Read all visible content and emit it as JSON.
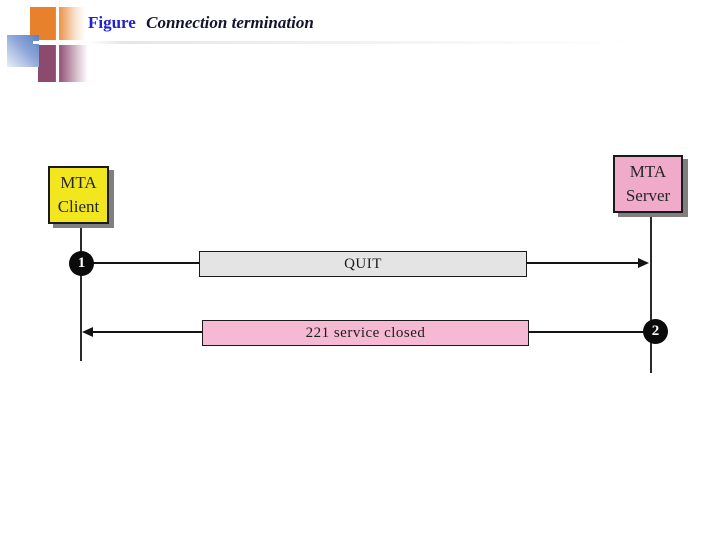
{
  "title": {
    "prefix": "Figure",
    "text": "Connection termination"
  },
  "diagram": {
    "client": {
      "line1": "MTA",
      "line2": "Client"
    },
    "server": {
      "line1": "MTA",
      "line2": "Server"
    },
    "messages": [
      {
        "step": "1",
        "label": "QUIT",
        "direction": "right"
      },
      {
        "step": "2",
        "label": "221 service closed",
        "direction": "left"
      }
    ]
  },
  "colors": {
    "title_accent": "#2222CC",
    "title_text": "#14142E",
    "client_box_fill": "#F2E71F",
    "server_box_fill": "#F0AACA",
    "quit_box_fill": "#E4E4E4",
    "reply_box_fill": "#F6B9D3",
    "deco_orange": "#E8812C",
    "deco_blue": "#5B80C6",
    "deco_purple": "#8D4A6F",
    "step_badge_fill": "#0B0B0B"
  }
}
